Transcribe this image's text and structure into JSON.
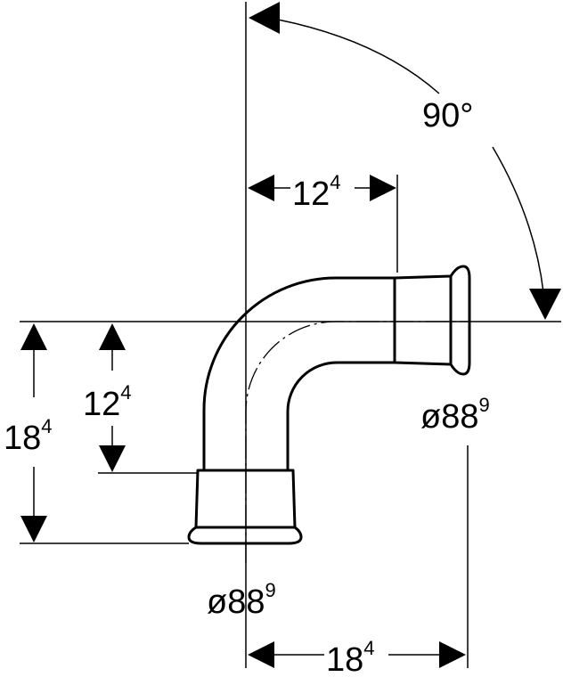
{
  "diagram": {
    "angle": {
      "label": "90°"
    },
    "horizontal_offset_top": {
      "main": "12",
      "sup": "4"
    },
    "vertical_offset_inner": {
      "main": "12",
      "sup": "4"
    },
    "vertical_length_outer": {
      "main": "18",
      "sup": "4"
    },
    "horizontal_length_bottom": {
      "main": "18",
      "sup": "4"
    },
    "diameter_right": {
      "main": "ø88",
      "sup": "9"
    },
    "diameter_bottom": {
      "main": "ø88",
      "sup": "9"
    },
    "colors": {
      "line": "#000000",
      "background": "#ffffff"
    }
  }
}
